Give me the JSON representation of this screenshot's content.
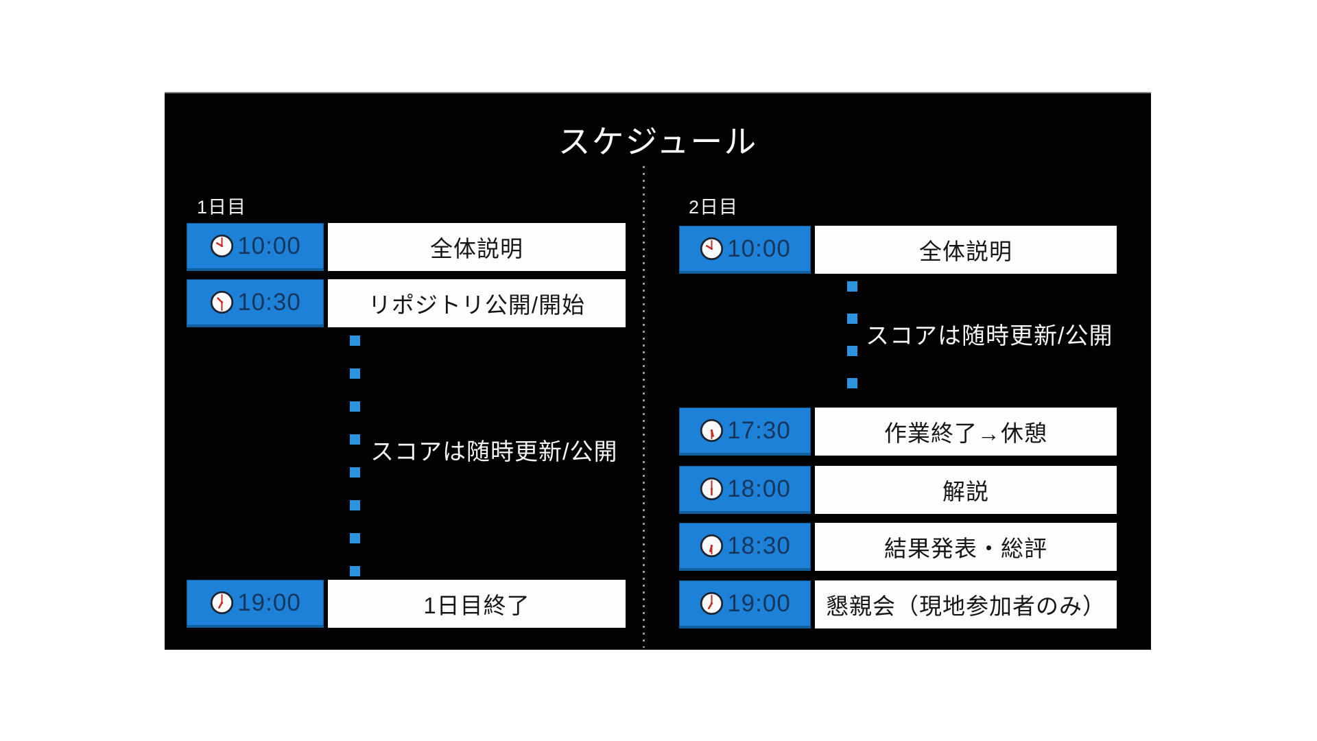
{
  "slide": {
    "title": "スケジュール",
    "columns": [
      {
        "label": "1日目",
        "rows": [
          {
            "time": "10:00",
            "event": "全体説明"
          },
          {
            "time": "10:30",
            "event": "リポジトリ公開/開始"
          },
          {
            "time": "19:00",
            "event": "1日目終了"
          }
        ],
        "note": "スコアは随時更新/公開"
      },
      {
        "label": "2日目",
        "rows": [
          {
            "time": "10:00",
            "event": "全体説明"
          },
          {
            "time": "17:30",
            "event": "作業終了→休憩"
          },
          {
            "time": "18:00",
            "event": "解説"
          },
          {
            "time": "18:30",
            "event": "結果発表・総評"
          },
          {
            "time": "19:00",
            "event": "懇親会（現地参加者のみ）"
          }
        ],
        "note": "スコアは随時更新/公開"
      }
    ],
    "colors": {
      "slide_background": "#020202",
      "page_background": "#ffffff",
      "badge_blue": "#1e81d8",
      "badge_time_text": "#16365c",
      "connector_dot_blue": "#2c93e0",
      "event_box_background": "#fdfdfd",
      "event_text": "#161616",
      "note_text": "#f5f5f5",
      "clock_face": "#fafafa",
      "clock_ring": "#1b2430",
      "clock_hands": "#c03028"
    }
  }
}
